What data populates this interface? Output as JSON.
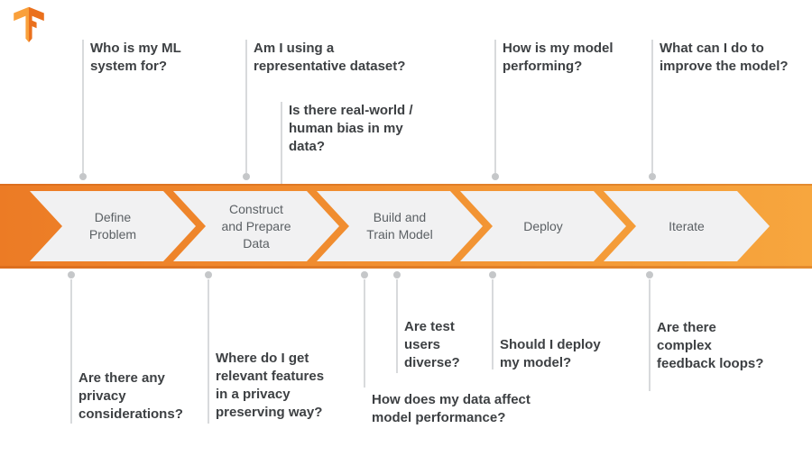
{
  "colors": {
    "band_left": "#EC7B25",
    "band_right": "#F7A63E",
    "chevron_fill": "#F1F1F2",
    "stage_text": "#5B6064",
    "question_text": "#3D4043",
    "connector_line": "#D8DADC",
    "connector_dot": "#C5C7C9",
    "logo_light": "#F9A03B",
    "logo_dark": "#EA701D"
  },
  "brand": {
    "logo": "tensorflow-logo"
  },
  "pipeline": {
    "stages": [
      {
        "label": "Define\nProblem"
      },
      {
        "label": "Construct\nand Prepare\nData"
      },
      {
        "label": "Build and\nTrain Model"
      },
      {
        "label": "Deploy"
      },
      {
        "label": "Iterate"
      }
    ]
  },
  "questions": {
    "top": [
      {
        "text": "Who is my ML\nsystem for?"
      },
      {
        "text": "Am I using a\nrepresentative dataset?"
      },
      {
        "text": "Is there real-world /\nhuman bias in my\ndata?"
      },
      {
        "text": "How is my model\nperforming?"
      },
      {
        "text": "What can I do to\nimprove the model?"
      }
    ],
    "bottom": [
      {
        "text": "Are there any\nprivacy\nconsiderations?"
      },
      {
        "text": "Where do I get\nrelevant features\nin a privacy\npreserving way?"
      },
      {
        "text": "How does my data affect\nmodel performance?"
      },
      {
        "text": "Are test\nusers\ndiverse?"
      },
      {
        "text": "Should I deploy\nmy model?"
      },
      {
        "text": "Are there\ncomplex\nfeedback loops?"
      }
    ]
  }
}
